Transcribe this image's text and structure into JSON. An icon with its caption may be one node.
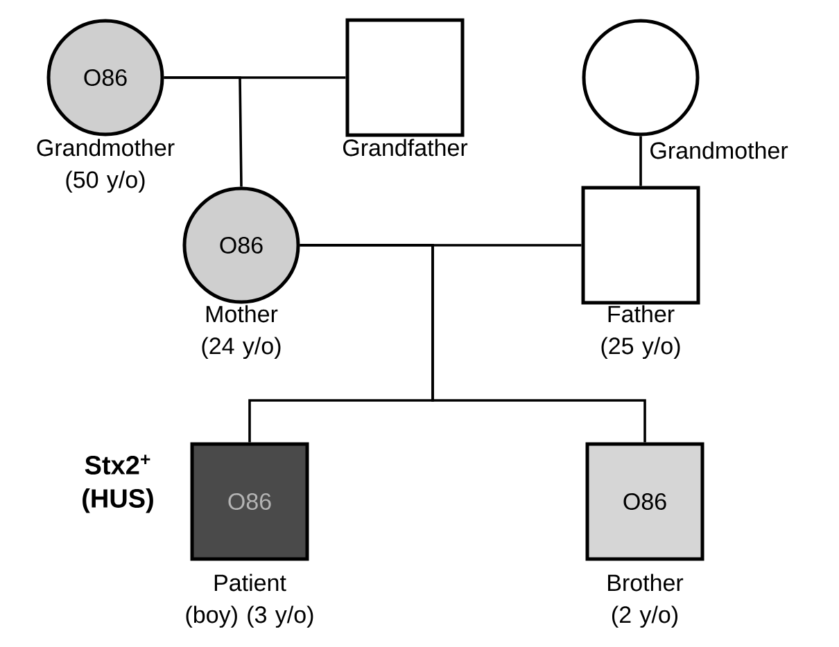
{
  "diagram": {
    "nodes": [
      {
        "text": [
          "O86"
        ],
        "beside": [
          "Grandmother (50 y/o)"
        ]
      },
      {
        "text": [],
        "shape": "box",
        "beside": [
          "Grandfather"
        ]
      },
      {
        "text": [],
        "shape": "circle",
        "beside": [
          "Grandmother"
        ]
      },
      {
        "text": [
          "O86"
        ],
        "beside": [
          "Mother (24 y/o)"
        ]
      },
      {
        "text": [],
        "shape": "box",
        "beside": [
          "Father (25 y/o)"
        ]
      },
      {
        "text": [
          "O86"
        ],
        "beside": [
          "Stx2$^{+}$ (HUS)",
          "Patient (boy) (3 y/o)"
        ]
      },
      {
        "text": [
          "O86"
        ],
        "beside": [
          "Brother (2 y/o)"
        ]
      }
    ],
    "edges": [
      {
        "from": 0,
        "to": 1,
        "arrow": "none"
      },
      {
        "from": 0,
        "to": 3,
        "arrow": "none"
      },
      {
        "from": 2,
        "to": 4,
        "arrow": "none"
      },
      {
        "from": 3,
        "to": 4,
        "arrow": "none"
      },
      {
        "from": 3,
        "to": 5,
        "arrow": "none"
      },
      {
        "from": 3,
        "to": 6,
        "arrow": "none"
      }
    ]
  }
}
